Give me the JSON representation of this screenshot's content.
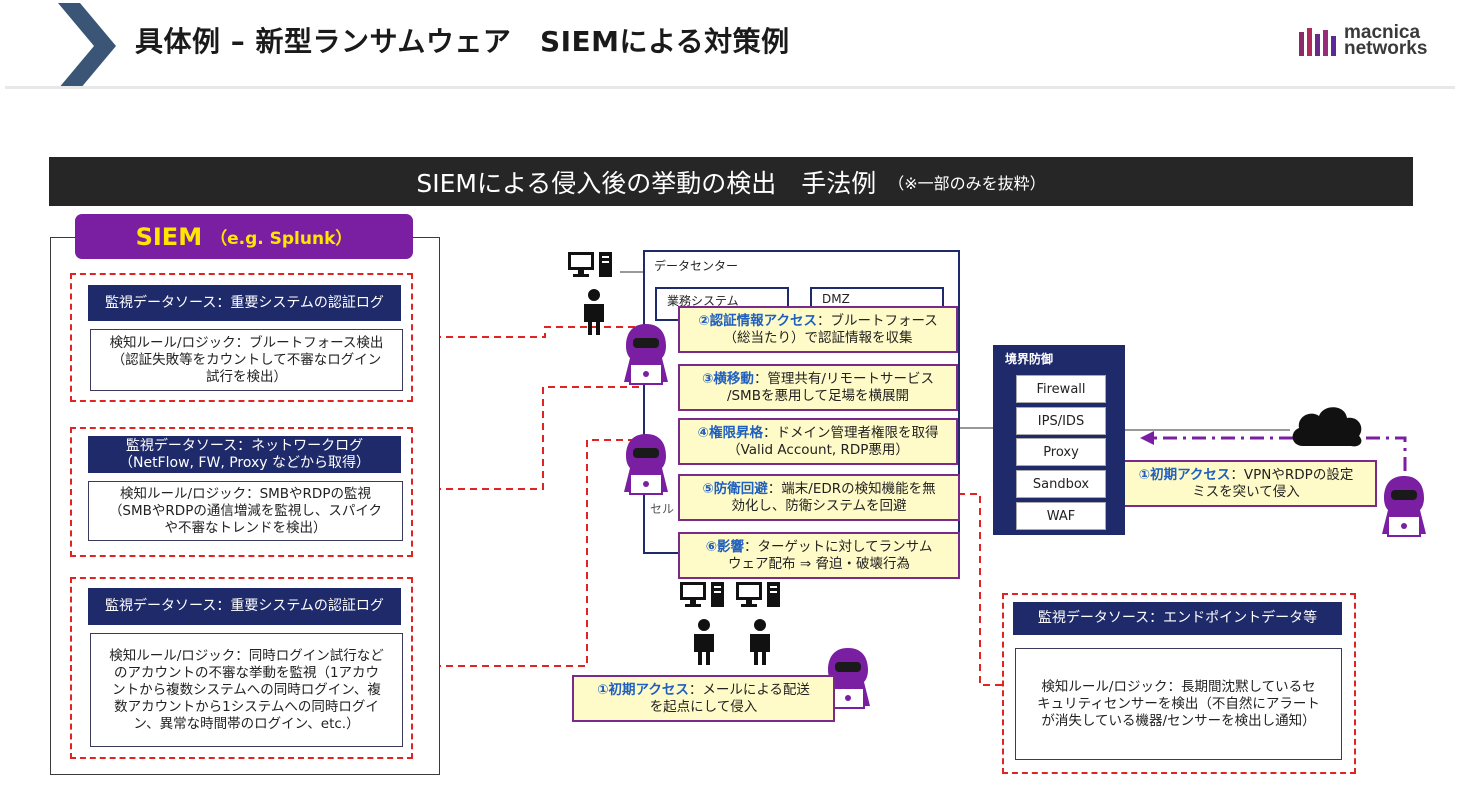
{
  "header": {
    "title": "具体例 – 新型ランサムウェア　SIEMによる対策例",
    "logo_line1": "macnica",
    "logo_line2": "networks"
  },
  "banner": {
    "title": "SIEMによる侵入後の挙動の検出　手法例",
    "note": "（※一部のみを抜粋）"
  },
  "siem": {
    "title": "SIEM",
    "subtitle": "（e.g. Splunk）",
    "blocks": [
      {
        "source": "監視データソース：重要システムの認証ログ",
        "rule_1": "検知ルール/ロジック：ブルートフォース検出",
        "rule_2": "（認証失敗等をカウントして不審なログイン",
        "rule_3": "試行を検出）"
      },
      {
        "source_1": "監視データソース：ネットワークログ",
        "source_2": "（NetFlow, FW, Proxy などから取得）",
        "rule_1": "検知ルール/ロジック：SMBやRDPの監視",
        "rule_2": "（SMBやRDPの通信増減を監視し、スパイク",
        "rule_3": "や不審なトレンドを検出）"
      },
      {
        "source": "監視データソース：重要システムの認証ログ",
        "rule_1": "検知ルール/ロジック：同時ログイン試行など",
        "rule_2": "のアカウントの不審な挙動を監視（1アカウ",
        "rule_3": "ントから複数システムへの同時ログイン、複",
        "rule_4": "数アカウントから1システムへの同時ログイ",
        "rule_5": "ン、異常な時間帯のログイン、etc.）"
      }
    ]
  },
  "datacenter": {
    "label": "データセンター",
    "business": "業務システム",
    "dmz": "DMZ",
    "partial": "セル"
  },
  "steps": [
    {
      "key": "②認証情報アクセス",
      "line1": "：ブルートフォース",
      "line2": "（総当たり）で認証情報を収集"
    },
    {
      "key": "③横移動",
      "line1": "：管理共有/リモートサービス",
      "line2": "/SMBを悪用して足場を横展開"
    },
    {
      "key": "④権限昇格",
      "line1": "：ドメイン管理者権限を取得",
      "line2": "（Valid Account, RDP悪用）"
    },
    {
      "key": "⑤防衛回避",
      "line1": "：端末/EDRの検知機能を無",
      "line2": "効化し、防衛システムを回避"
    },
    {
      "key": "⑥影響",
      "line1": "：ターゲットに対してランサム",
      "line2": "ウェア配布 ⇒ 脅迫・破壊行為"
    }
  ],
  "initial_mail": {
    "key": "①初期アクセス",
    "line1": "：メールによる配送",
    "line2": "を起点にして侵入"
  },
  "initial_vpn": {
    "key": "①初期アクセス",
    "line1": "：VPNやRDPの設定",
    "line2": "ミスを突いて侵入"
  },
  "boundary": {
    "title": "境界防御",
    "items": [
      "Firewall",
      "IPS/IDS",
      "Proxy",
      "Sandbox",
      "WAF"
    ]
  },
  "endpoint": {
    "source": "監視データソース：エンドポイントデータ等",
    "rule_1": "検知ルール/ロジック：長期間沈黙しているセ",
    "rule_2": "キュリティセンサーを検出（不自然にアラート",
    "rule_3": "が消失している機器/センサーを検出し通知）"
  },
  "colors": {
    "navy": "#1f2a6b",
    "purple": "#7a1fa2",
    "siem_text": "#ffe600",
    "dash_red": "#e02424",
    "yellow": "#fffbc8",
    "step_key": "#1f5fbf"
  }
}
